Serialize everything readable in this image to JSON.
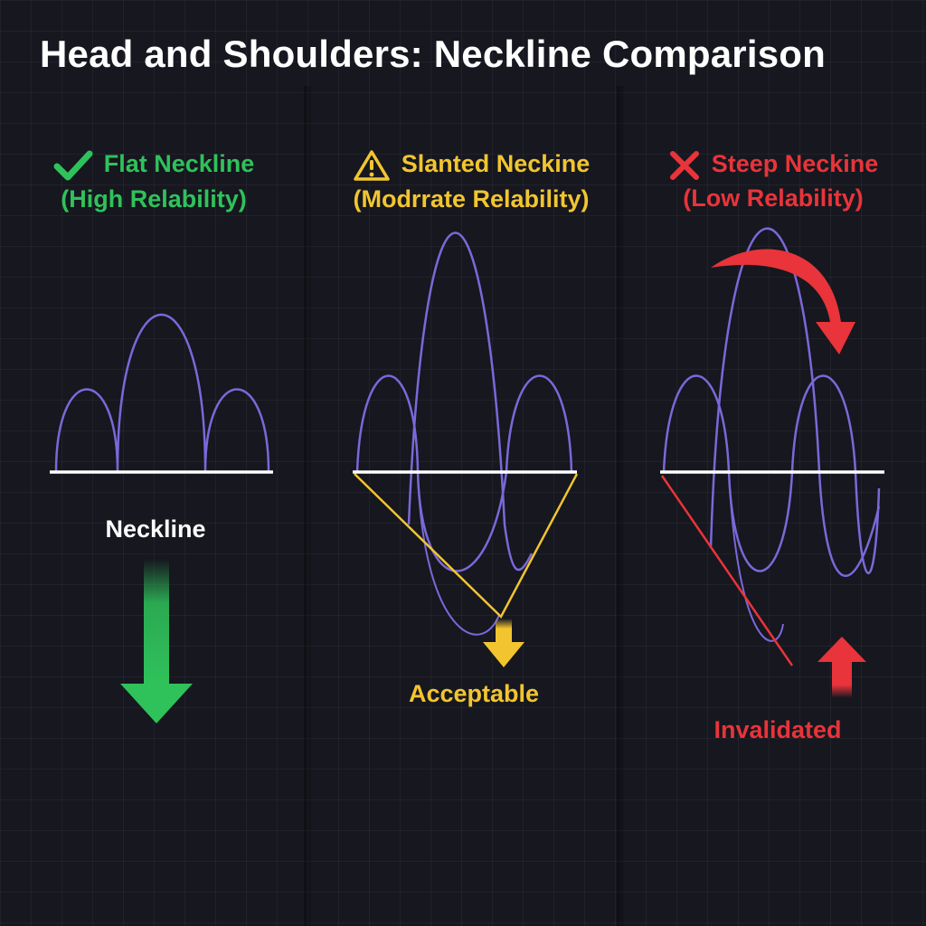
{
  "title": "Head and Shoulders: Neckline Comparison",
  "colors": {
    "background": "#16171f",
    "pattern_line": "#7b68d8",
    "neckline": "#ffffff",
    "good": "#2fc25b",
    "caution": "#f2c530",
    "bad": "#e8343a"
  },
  "panels": [
    {
      "status_icon": "check-icon",
      "heading_line1": "Flat Neckline",
      "heading_line2": "(High Relability)",
      "label": "Neckline",
      "arrow_icon": "arrow-down-icon"
    },
    {
      "status_icon": "warning-icon",
      "heading_line1": "Slanted Neckine",
      "heading_line2": "(Modrrate Relability)",
      "label": "Acceptable",
      "arrow_icon": "arrow-down-icon"
    },
    {
      "status_icon": "cross-icon",
      "heading_line1": "Steep Neckine",
      "heading_line2": "(Low Relability)",
      "label": "Invalidated",
      "arrow_icon": "arrow-up-icon",
      "curved_arrow_icon": "curved-arrow-icon"
    }
  ]
}
